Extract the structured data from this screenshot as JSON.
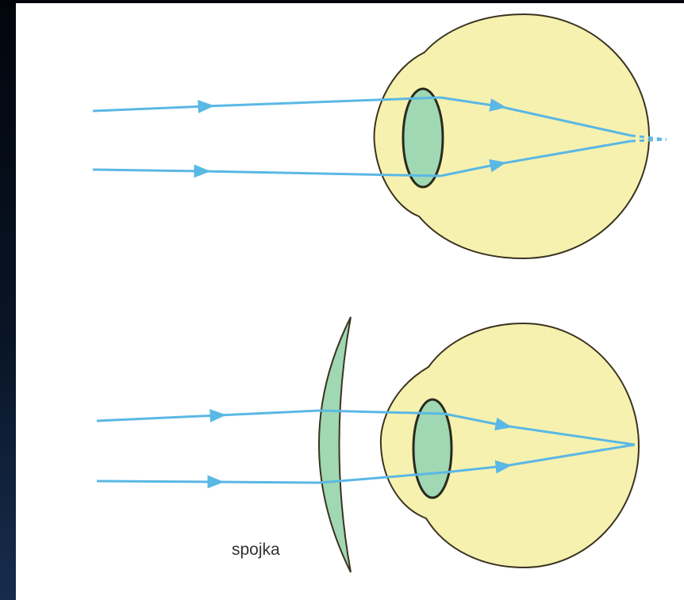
{
  "diagram": {
    "lens_label": "spojka",
    "colors": {
      "ray": "#5ab8e4",
      "eyeball_fill": "#f7f1b0",
      "eyeball_stroke": "#3a3320",
      "lens_fill": "#9fd8b2",
      "background_dark": "#0b1424"
    },
    "panels": [
      {
        "name": "uncorrected-eye",
        "focus": "behind-retina"
      },
      {
        "name": "corrected-eye",
        "focus": "on-retina",
        "corrective_lens": "converging"
      }
    ]
  }
}
